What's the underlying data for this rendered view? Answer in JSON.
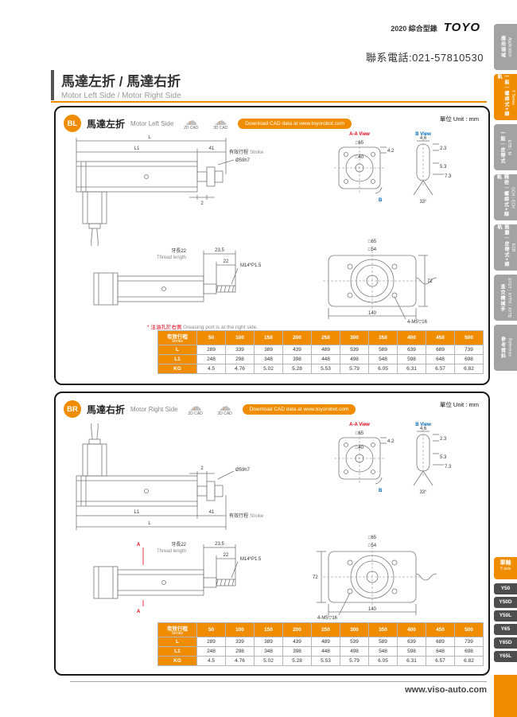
{
  "header": {
    "catalog": "2020 綜合型錄",
    "brand": "TOYO",
    "phone": "聯系電話:021-57810530"
  },
  "title": {
    "zh": "馬達左折 / 馬達右折",
    "en": "Motor Left Side / Motor Right Side"
  },
  "unit": "單位 Unit : mm",
  "cad": {
    "c2d": "2D CAD",
    "c3d": "3D CAD",
    "download": "Download CAD data at www.toyorobot.com"
  },
  "note": {
    "star": "*",
    "zh": "注油孔於右側",
    "en": "Greasing port is at the right side."
  },
  "bl": {
    "badge": "BL",
    "title_zh": "馬達左折",
    "title_en": "Motor Left Side",
    "views": {
      "aa": "A-A View",
      "b": "B View"
    },
    "dims": {
      "L": "L",
      "L1": "L1",
      "n41": "41",
      "stroke_zh": "有效行程",
      "stroke_en": "Stroke",
      "shaft": "Ø59h7",
      "n2": "2",
      "sq65": "□65",
      "sq40": "□40",
      "n42": "4.2",
      "bmark": "B",
      "n46": "4.6",
      "n23": "2.3",
      "n53": "5.3",
      "n73": "7.3",
      "ang": "33°",
      "thread_zh": "牙長22",
      "thread_en": "Thread length",
      "n235": "23.5",
      "n22": "22",
      "m14": "M14*P1.5",
      "sq54": "□54",
      "n72": "72",
      "n140": "140",
      "m5": "4-M5▽16"
    }
  },
  "br": {
    "badge": "BR",
    "title_zh": "馬達右折",
    "title_en": "Motor Right Side",
    "views": {
      "aa": "A-A View",
      "b": "B View"
    },
    "dims": {
      "L": "L",
      "L1": "L1",
      "n41": "41",
      "stroke_zh": "有效行程",
      "stroke_en": "Stroke",
      "shaft": "Ø59h7",
      "n2": "2",
      "sq65": "□65",
      "sq40": "□40",
      "n42": "4.2",
      "bmark": "B",
      "n46": "4.6",
      "n23": "2.3",
      "n53": "5.3",
      "n73": "7.3",
      "ang": "33°",
      "thread_zh": "牙長22",
      "thread_en": "Thread length",
      "n235": "23.5",
      "n22": "22",
      "m14": "M14*P1.5",
      "sq54": "□54",
      "n72": "72",
      "n140": "140",
      "m5": "4-M5▽16",
      "amark": "A"
    }
  },
  "stroke_table": {
    "header_zh": "有效行程",
    "header_en": "Stroke",
    "strokes": [
      "50",
      "100",
      "150",
      "200",
      "250",
      "300",
      "350",
      "400",
      "450",
      "500"
    ],
    "rows": [
      {
        "label": "L",
        "values": [
          "289",
          "339",
          "389",
          "439",
          "489",
          "539",
          "589",
          "639",
          "689",
          "739"
        ]
      },
      {
        "label": "L1",
        "values": [
          "248",
          "298",
          "348",
          "398",
          "448",
          "498",
          "548",
          "598",
          "648",
          "698"
        ]
      },
      {
        "label": "KG",
        "values": [
          "4.5",
          "4.76",
          "5.02",
          "5.28",
          "5.53",
          "5.79",
          "6.05",
          "6.31",
          "6.57",
          "6.82"
        ]
      }
    ]
  },
  "sidebar": {
    "tabs": [
      {
        "zh": "應用領域",
        "en": "Application"
      },
      {
        "zh": "一般｜螺桿式+線軌",
        "en": "Y Series"
      },
      {
        "zh": "一般｜皮帶式",
        "en": "ETB｜M"
      },
      {
        "zh": "精密｜螺桿式+線軌",
        "en": "GCH｜ECH"
      },
      {
        "zh": "無塵｜皮帶式+線軌",
        "en": "ECB"
      },
      {
        "zh": "直交機械手",
        "en": "XYGT｜XYTH｜XYTB"
      },
      {
        "zh": "參考資料",
        "en": "Reference"
      }
    ]
  },
  "axis_nav": {
    "header_zh": "單軸",
    "header_en": "Y axis",
    "items": [
      "Y50",
      "Y50D",
      "Y50L",
      "Y65",
      "Y65D",
      "Y65L"
    ]
  },
  "footer": {
    "url": "www.viso-auto.com"
  }
}
